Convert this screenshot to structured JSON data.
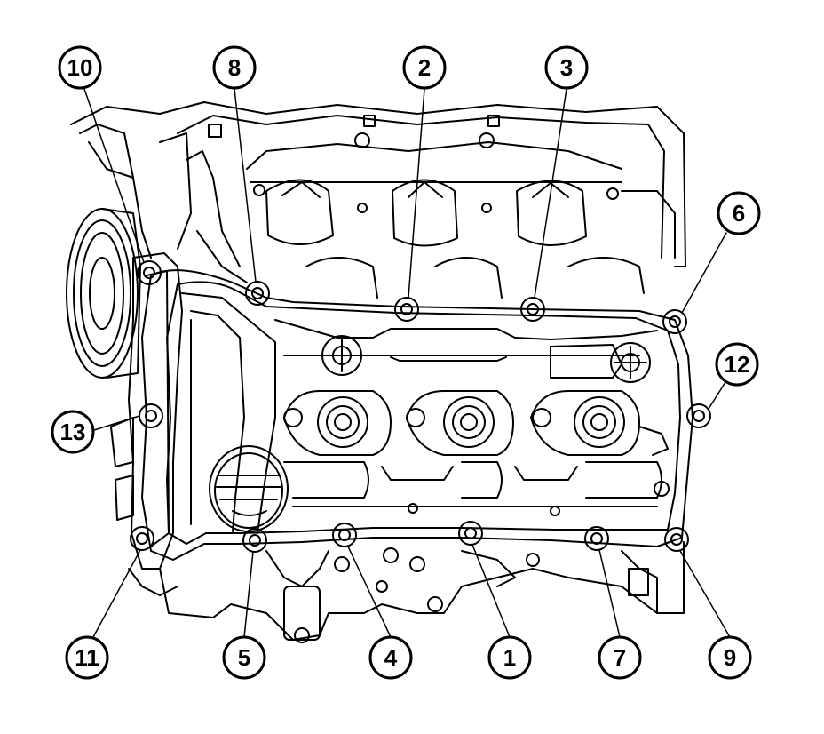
{
  "diagram": {
    "line_color": "#000000",
    "background": "#ffffff",
    "callouts": [
      {
        "label": "1"
      },
      {
        "label": "2"
      },
      {
        "label": "3"
      },
      {
        "label": "4"
      },
      {
        "label": "5"
      },
      {
        "label": "6"
      },
      {
        "label": "7"
      },
      {
        "label": "8"
      },
      {
        "label": "9"
      },
      {
        "label": "10"
      },
      {
        "label": "11"
      },
      {
        "label": "12"
      },
      {
        "label": "13"
      }
    ]
  }
}
